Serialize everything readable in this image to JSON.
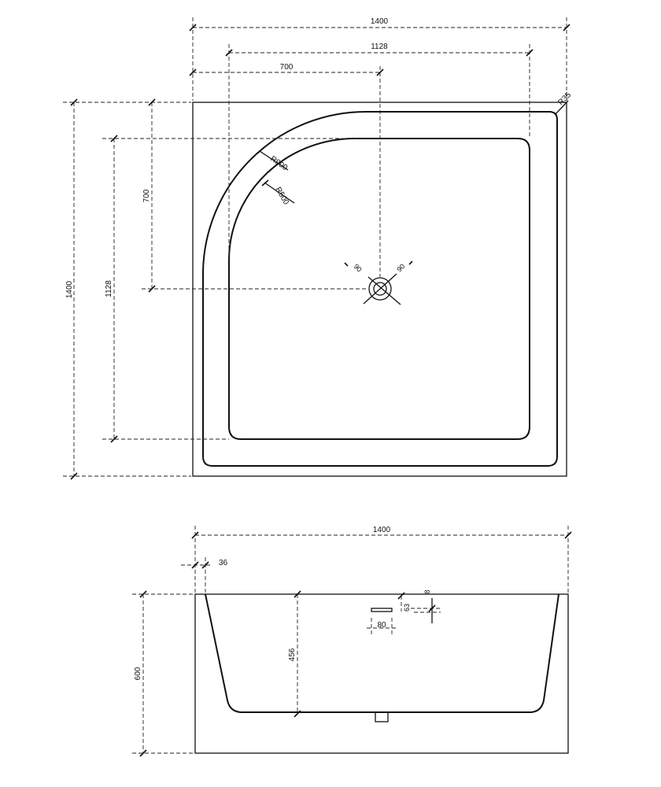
{
  "plan_view": {
    "dims": {
      "overall_width": "1400",
      "inner_width": "1128",
      "center_offset_x": "700",
      "corner_radius": "R35",
      "overall_depth": "1400",
      "inner_depth": "1128",
      "center_offset_y": "700",
      "outer_radius": "R900",
      "inner_radius": "R500",
      "drain_left": "90",
      "drain_right": "90"
    }
  },
  "side_view": {
    "dims": {
      "overall_width": "1400",
      "rim_width": "36",
      "height": "600",
      "basin_depth": "456",
      "overflow_width": "80",
      "overflow_height": "63",
      "overflow_offset": "8"
    }
  }
}
